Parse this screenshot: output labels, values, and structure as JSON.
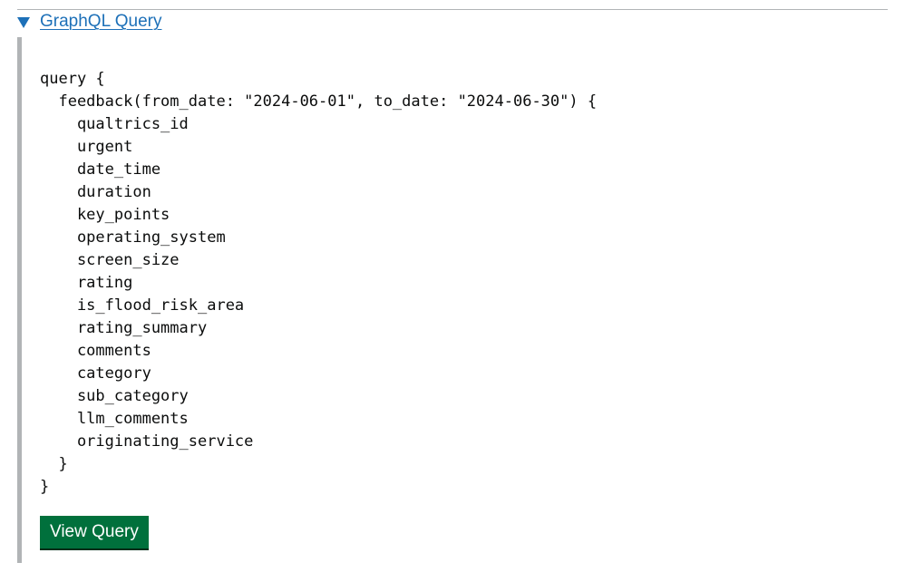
{
  "details": {
    "summary": "GraphQL Query",
    "query_lines": [
      "query {",
      "  feedback(from_date: \"2024-06-01\", to_date: \"2024-06-30\") {",
      "    qualtrics_id",
      "    urgent",
      "    date_time",
      "    duration",
      "    key_points",
      "    operating_system",
      "    screen_size",
      "    rating",
      "    is_flood_risk_area",
      "    rating_summary",
      "    comments",
      "    category",
      "    sub_category",
      "    llm_comments",
      "    originating_service",
      "  }",
      "}"
    ],
    "button_label": "View Query"
  },
  "colors": {
    "link": "#1d70b8",
    "button": "#00703c",
    "border": "#b1b4b6"
  }
}
